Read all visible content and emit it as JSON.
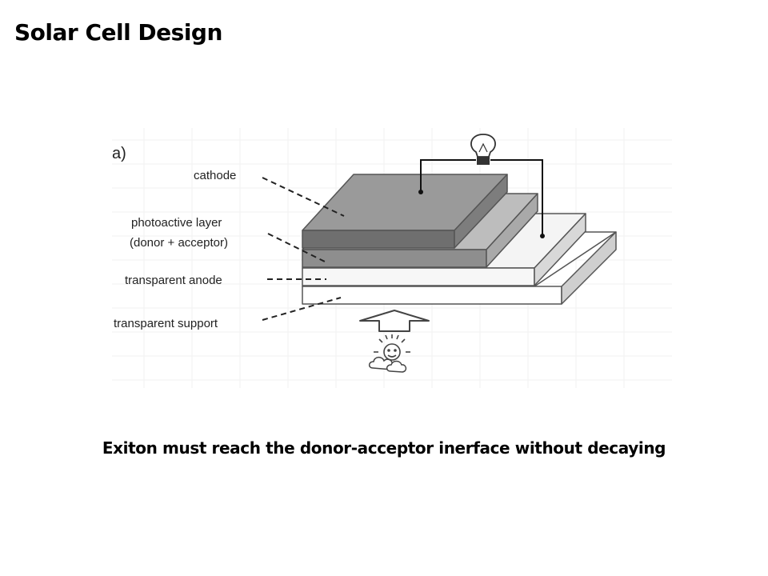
{
  "slide": {
    "title": "Solar Cell Design",
    "caption": "Exiton must reach the donor-acceptor inerface without decaying"
  },
  "diagram": {
    "panel_label": "a)",
    "labels": {
      "cathode": "cathode",
      "photoactive_line1": "photoactive layer",
      "photoactive_line2": "(donor + acceptor)",
      "anode": "transparent anode",
      "support": "transparent support"
    },
    "icons": [
      "light-bulb-icon",
      "sun-icon",
      "cloud-icon",
      "up-arrow-icon"
    ]
  }
}
